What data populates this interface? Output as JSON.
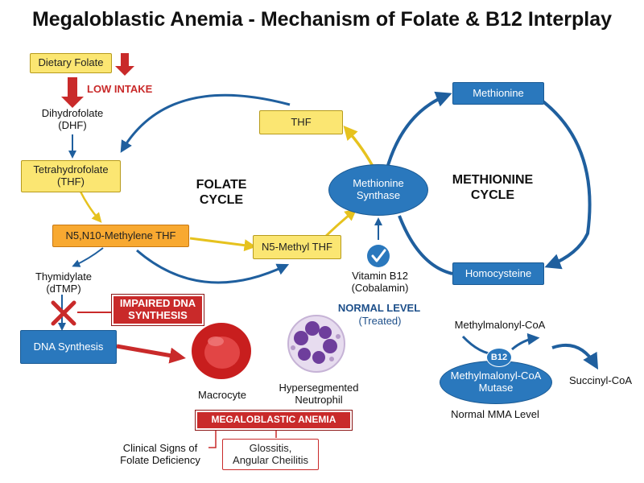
{
  "title": "Megaloblastic Anemia - Mechanism of Folate & B12 Interplay",
  "folate_cycle": {
    "dietary_folate": "Dietary Folate",
    "low_intake": "LOW INTAKE",
    "dhf": "Dihydrofolate\n(DHF)",
    "thf_tetra": "Tetrahydrofolate\n(THF)",
    "methylene_thf": "N5,N10-Methylene THF",
    "methyl_thf": "N5-Methyl THF",
    "thf_top": "THF",
    "cycle_label": "FOLATE\nCYCLE",
    "thymidylate": "Thymidylate\n(dTMP)",
    "impaired": "IMPAIRED DNA\nSYNTHESIS",
    "dna_synthesis": "DNA Synthesis"
  },
  "methionine_cycle": {
    "enzyme": "Methionine\nSynthase",
    "methionine": "Methionine",
    "homocysteine": "Homocysteine",
    "cycle_label": "METHIONINE\nCYCLE",
    "vitamin": "Vitamin B12\n(Cobalamin)",
    "normal_level": "NORMAL LEVEL",
    "treated": "(Treated)"
  },
  "mma": {
    "substrate": "Methylmalonyl-CoA",
    "cofactor": "B12",
    "enzyme": "Methylmalonyl-CoA\nMutase",
    "product": "Succinyl-CoA",
    "status": "Normal MMA Level"
  },
  "outcome": {
    "macrocyte": "Macrocyte",
    "neutrophil": "Hypersegmented\nNeutrophil",
    "diagnosis": "MEGALOBLASTIC ANEMIA",
    "signs_label": "Clinical Signs of\nFolate Deficiency",
    "signs": "Glossitis,\nAngular Cheilitis"
  },
  "colors": {
    "yellow": "#fbe672",
    "orange": "#f8a931",
    "blue": "#2a78bd",
    "red": "#c92a2a",
    "navy": "#1d4f8a"
  }
}
